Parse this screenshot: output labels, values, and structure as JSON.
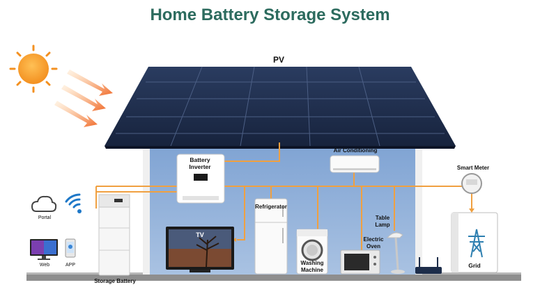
{
  "title": "Home Battery Storage System",
  "labels": {
    "pv": "PV",
    "battery_inverter_line1": "Battery",
    "battery_inverter_line2": "Inverter",
    "air_conditioning": "Air Conditioning",
    "smart_meter": "Smart Meter",
    "refrigerator": "Refrigerator",
    "tv": "TV",
    "washing_machine_line1": "Washing",
    "washing_machine_line2": "Machine",
    "electric_oven_line1": "Electric",
    "electric_oven_line2": "Oven",
    "table_lamp_line1": "Table",
    "table_lamp_line2": "Lamp",
    "grid": "Grid",
    "storage_battery": "Storage Battery",
    "portal": "Portal",
    "web": "Web",
    "app": "APP"
  },
  "colors": {
    "title": "#2c6b5e",
    "wire": "#f0a040",
    "wall": "#8fb0d8",
    "roof": "#1f2f4f",
    "sun": "#f5a030"
  },
  "icons": [
    "sun-icon",
    "cloud-icon",
    "wifi-icon",
    "monitor-icon",
    "phone-icon",
    "router-icon",
    "pylon-icon"
  ]
}
